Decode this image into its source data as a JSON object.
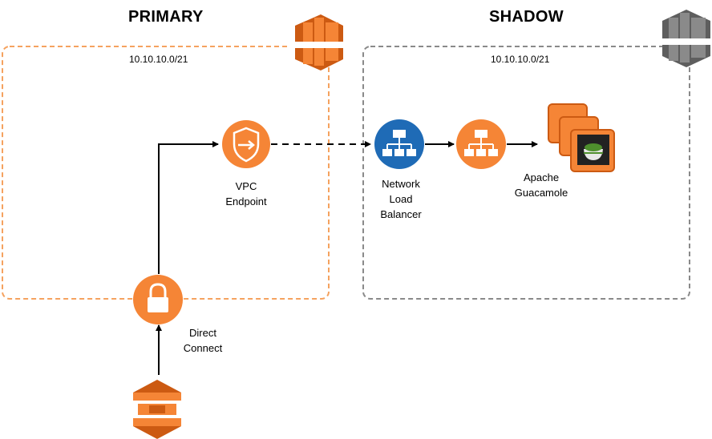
{
  "primary": {
    "title": "PRIMARY",
    "cidr": "10.10.10.0/21"
  },
  "shadow": {
    "title": "SHADOW",
    "cidr": "10.10.10.0/21"
  },
  "nodes": {
    "vpc_endpoint": "VPC\nEndpoint",
    "nlb": "Network\nLoad\nBalancer",
    "guacamole": "Apache\nGuacamole",
    "direct_connect": "Direct\nConnect"
  },
  "colors": {
    "primary_border": "#f5a25f",
    "shadow_border": "#8a8a8a",
    "aws_orange": "#f58536",
    "aws_orange_dark": "#cc5a12",
    "nlb_blue": "#1f6bb6",
    "gray_icon": "#7d7d7d"
  }
}
